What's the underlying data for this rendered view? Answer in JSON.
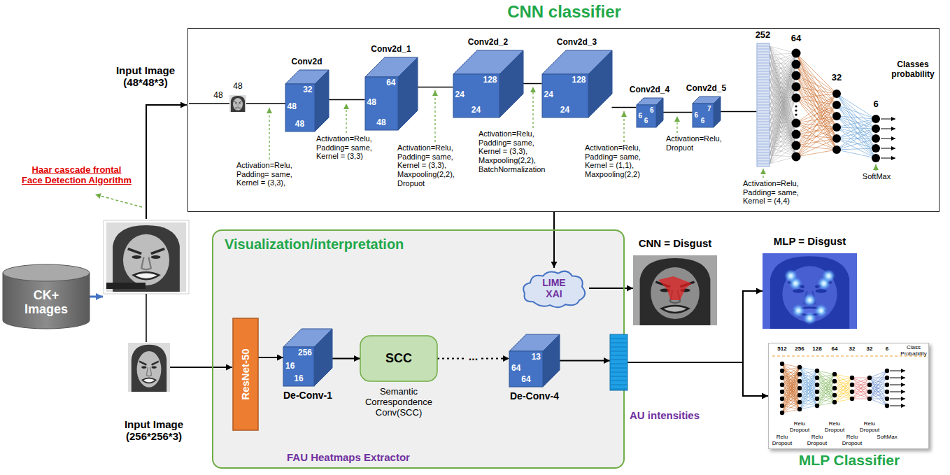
{
  "diagram": {
    "nodes": [
      {
        "text": [
          "CNN classifier"
        ]
      },
      {
        "text": [
          "Conv2d",
          "32",
          "48",
          "48"
        ],
        "in": 0
      },
      {
        "text": [
          "Conv2d_1",
          "64",
          "48",
          "48"
        ],
        "in": 0
      },
      {
        "text": [
          "Conv2d_2",
          "128",
          "24",
          "24"
        ],
        "in": 0
      },
      {
        "text": [
          "Conv2d_3",
          "128",
          "24",
          "24"
        ],
        "in": 0
      },
      {
        "text": [
          "Conv2d_4",
          "6",
          "6",
          "6"
        ],
        "in": 0
      },
      {
        "text": [
          "Conv2d_5",
          "7",
          "6",
          "6"
        ],
        "in": 0
      },
      {
        "text": [
          "252"
        ],
        "in": 0
      },
      {
        "text": [
          "CK+ Images"
        ]
      },
      {
        "text": [
          "Visualization/interpretation"
        ]
      },
      {
        "text": [
          "LIME XAI"
        ],
        "in": 9
      },
      {
        "text": [
          "ResNet-50"
        ],
        "in": 9
      },
      {
        "text": [
          "De-Conv-1",
          "256",
          "16",
          "16"
        ],
        "in": 9
      },
      {
        "text": [
          "SCC",
          "Semantic Correspondence Conv(SCC)"
        ],
        "in": 9
      },
      {
        "text": [
          "De-Conv-4",
          "13",
          "64",
          "64"
        ],
        "in": 9
      },
      {
        "text": [
          "AU intensities"
        ]
      },
      {
        "text": [
          "CNN = Disgust"
        ]
      },
      {
        "text": [
          "MLP = Disgust"
        ]
      },
      {
        "text": [
          "MLP Classifier"
        ]
      }
    ],
    "edges": [
      {
        "from": 1,
        "to": 2,
        "arrow": "none"
      },
      {
        "from": 2,
        "to": 3,
        "arrow": "none"
      },
      {
        "from": 3,
        "to": 4,
        "arrow": "none"
      },
      {
        "from": 4,
        "to": 5,
        "arrow": "none"
      },
      {
        "from": 5,
        "to": 6,
        "arrow": "none"
      },
      {
        "from": 6,
        "to": 7,
        "arrow": "none"
      },
      {
        "from": 0,
        "to": 10,
        "arrow": "to"
      },
      {
        "from": 10,
        "to": 16,
        "arrow": "to"
      },
      {
        "from": 11,
        "to": 12,
        "arrow": "to"
      },
      {
        "from": 12,
        "to": 13,
        "arrow": "to"
      },
      {
        "from": 13,
        "to": 14,
        "arrow": "to",
        "label": "..."
      },
      {
        "from": 14,
        "to": 15,
        "arrow": "to"
      },
      {
        "from": 15,
        "to": 17,
        "arrow": "to"
      },
      {
        "from": 15,
        "to": 18,
        "arrow": "to"
      }
    ],
    "labels": [
      "48",
      "48",
      "Activation=Relu, Padding= same, Kernel = (3,3),",
      "Activation=Relu, Padding= same, Kernel = (3,3)",
      "Activation=Relu, Padding= same, Kernel = (3,3), Maxpooling(2,2), Dropuot",
      "Activation=Relu, Padding= same, Kernel = (3,3), Maxpooling(2,2), BatchNormalization",
      "Activation=Relu, Padding= same, Kernel = (1,1), Maxpooling(2,2)",
      "Activation=Relu, Dropuot",
      "Activation=Relu, Padding= same, Kernel = (4,4)",
      "64",
      "32",
      "6",
      "Classes probability",
      "SoftMax",
      "Input Image (48*48*3)",
      "Haar cascade frontal Face Detection Algorithm",
      "Input Image (256*256*3)",
      "FAU Heatmaps Extractor",
      "512",
      "256",
      "128",
      "64",
      "32",
      "32",
      "6",
      "Class Probability",
      "Relu Dropout",
      "Relu Dropout",
      "Relu Dropout",
      "Relu Dropout",
      "Relu Dropout",
      "Relu Dropout",
      "SoftMax"
    ]
  }
}
